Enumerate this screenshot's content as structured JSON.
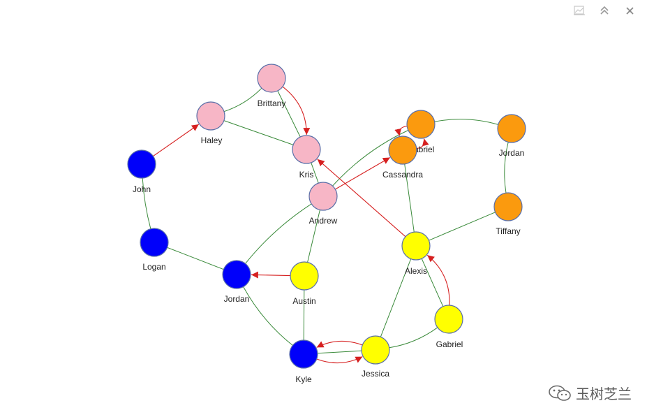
{
  "toolbar": {
    "icons": [
      "chart-icon",
      "collapse-icon",
      "close-icon"
    ]
  },
  "colors": {
    "pink": "#f7b6c6",
    "orange": "#fb9a0e",
    "blue": "#0000fa",
    "yellow": "#ffff00",
    "node_stroke": "#5a6fa8",
    "edge_undirected": "#3a8a3a",
    "edge_directed": "#d62020"
  },
  "nodes": [
    {
      "id": "brittany",
      "label": "Brittany",
      "group": "pink"
    },
    {
      "id": "haley",
      "label": "Haley",
      "group": "pink"
    },
    {
      "id": "kris",
      "label": "Kris",
      "group": "pink"
    },
    {
      "id": "andrew",
      "label": "Andrew",
      "group": "pink"
    },
    {
      "id": "john",
      "label": "John",
      "group": "blue"
    },
    {
      "id": "logan",
      "label": "Logan",
      "group": "blue"
    },
    {
      "id": "jordan_b",
      "label": "Jordan",
      "group": "blue"
    },
    {
      "id": "kyle",
      "label": "Kyle",
      "group": "blue"
    },
    {
      "id": "austin",
      "label": "Austin",
      "group": "yellow"
    },
    {
      "id": "jessica",
      "label": "Jessica",
      "group": "yellow"
    },
    {
      "id": "alexis",
      "label": "Alexis",
      "group": "yellow"
    },
    {
      "id": "gabriel_y",
      "label": "Gabriel",
      "group": "yellow"
    },
    {
      "id": "gabriel_o",
      "label": "Gabriel",
      "group": "orange"
    },
    {
      "id": "cassandra",
      "label": "Cassandra",
      "group": "orange"
    },
    {
      "id": "jordan_o",
      "label": "Jordan",
      "group": "orange"
    },
    {
      "id": "tiffany",
      "label": "Tiffany",
      "group": "orange"
    }
  ],
  "edges": [
    {
      "from": "haley",
      "to": "brittany",
      "directed": false
    },
    {
      "from": "brittany",
      "to": "kris",
      "directed": false
    },
    {
      "from": "brittany",
      "to": "kris",
      "directed": true
    },
    {
      "from": "haley",
      "to": "kris",
      "directed": false
    },
    {
      "from": "kris",
      "to": "andrew",
      "directed": false
    },
    {
      "from": "john",
      "to": "haley",
      "directed": true
    },
    {
      "from": "john",
      "to": "logan",
      "directed": false
    },
    {
      "from": "logan",
      "to": "jordan_b",
      "directed": false
    },
    {
      "from": "andrew",
      "to": "jordan_b",
      "directed": false
    },
    {
      "from": "andrew",
      "to": "cassandra",
      "directed": true
    },
    {
      "from": "andrew",
      "to": "gabriel_o",
      "directed": false
    },
    {
      "from": "andrew",
      "to": "austin",
      "directed": false
    },
    {
      "from": "austin",
      "to": "jordan_b",
      "directed": true
    },
    {
      "from": "jordan_b",
      "to": "kyle",
      "directed": false
    },
    {
      "from": "austin",
      "to": "kyle",
      "directed": false
    },
    {
      "from": "kyle",
      "to": "jessica",
      "directed": false
    },
    {
      "from": "jessica",
      "to": "kyle",
      "directed": true
    },
    {
      "from": "kyle",
      "to": "jessica",
      "directed": true
    },
    {
      "from": "jessica",
      "to": "alexis",
      "directed": false
    },
    {
      "from": "jessica",
      "to": "gabriel_y",
      "directed": false
    },
    {
      "from": "alexis",
      "to": "gabriel_y",
      "directed": false
    },
    {
      "from": "gabriel_y",
      "to": "alexis",
      "directed": true
    },
    {
      "from": "alexis",
      "to": "kris",
      "directed": true
    },
    {
      "from": "alexis",
      "to": "cassandra",
      "directed": false
    },
    {
      "from": "alexis",
      "to": "tiffany",
      "directed": false
    },
    {
      "from": "tiffany",
      "to": "jordan_o",
      "directed": false
    },
    {
      "from": "gabriel_o",
      "to": "jordan_o",
      "directed": false
    },
    {
      "from": "cassandra",
      "to": "gabriel_o",
      "directed": true
    },
    {
      "from": "gabriel_o",
      "to": "cassandra",
      "directed": true
    }
  ],
  "watermark": {
    "icon": "wechat-icon",
    "text": "玉树芝兰"
  }
}
